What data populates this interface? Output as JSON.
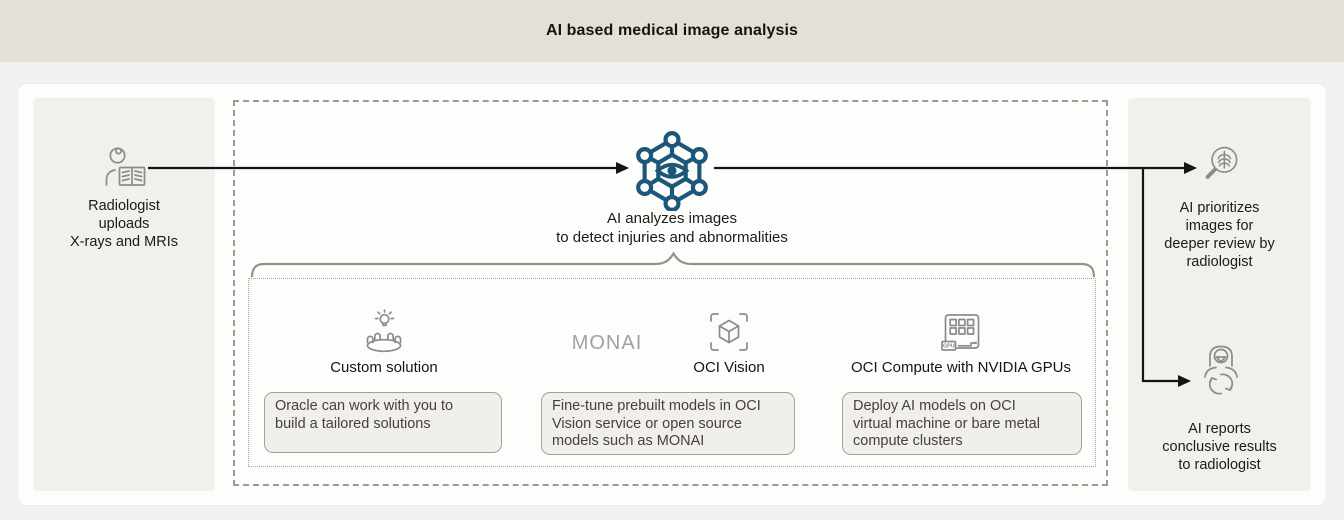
{
  "header": {
    "title": "AI based medical image analysis"
  },
  "stage_left": {
    "icon": "radiologist-icon",
    "lines": [
      "Radiologist",
      "uploads",
      "X-rays and MRIs"
    ]
  },
  "stage_center": {
    "icon": "ai-network-eye-icon",
    "caption_lines": [
      "AI analyzes images",
      "to detect injuries and abnormalities"
    ],
    "options": [
      {
        "icon": "custom-solution-icon",
        "label": "Custom solution",
        "description_lines": [
          "Oracle can work with you to",
          "build a tailored solutions"
        ]
      },
      {
        "icon": "oci-vision-icon",
        "brand": "MONAI",
        "label": "OCI Vision",
        "description_lines": [
          "Fine-tune prebuilt models in OCI",
          "Vision service or open source",
          "models such as MONAI"
        ]
      },
      {
        "icon": "nvidia-gpu-icon",
        "label": "OCI Compute with NVIDIA GPUs",
        "chip_label": "GPU",
        "description_lines": [
          "Deploy AI models on OCI",
          "virtual machine or bare metal",
          "compute clusters"
        ]
      }
    ]
  },
  "stage_right": {
    "top": {
      "icon": "xray-magnifier-icon",
      "lines": [
        "AI prioritizes",
        "images for",
        "deeper review by",
        "radiologist"
      ]
    },
    "bottom": {
      "icon": "radiologist-cycle-icon",
      "lines": [
        "AI reports",
        "conclusive results",
        "to radiologist"
      ]
    }
  },
  "colors": {
    "banner_bg": "#e3e0d7",
    "page_bg": "#f2f1ef",
    "card_bg": "#fdfdfc",
    "panel_bg": "#f1f0ed",
    "ai_blue": "#1a5778",
    "icon_gray": "#8b8b8b",
    "arrow_black": "#141414",
    "brace_gray": "#95908a",
    "note_bg": "#f1efec",
    "note_border": "#a49f98",
    "text": "#161513",
    "note_text": "#44403a",
    "monai_gray": "#a2a2a2"
  }
}
